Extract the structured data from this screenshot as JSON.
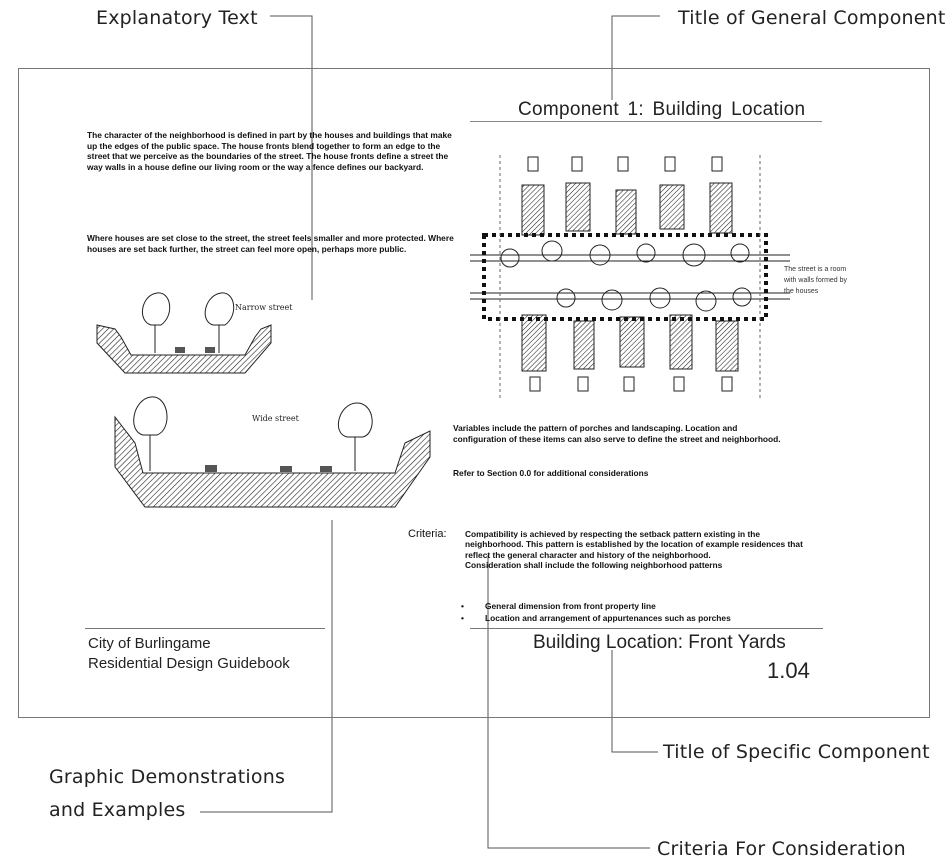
{
  "callouts": {
    "explanatory_text": "Explanatory Text",
    "title_general": "Title of General Component",
    "graphic_demos": [
      "Graphic Demonstrations",
      "and Examples"
    ],
    "title_specific": "Title of Specific Component",
    "criteria": "Criteria For Consideration"
  },
  "page": {
    "component_title": "Component 1:  Building Location",
    "paragraph1": "The character of the neighborhood is defined in part by the houses and buildings that make up the edges of the public space. The house fronts blend together to form an edge to the street that we perceive as the boundaries of the street. The house fronts define a street the way walls in a house define our living room or the way a fence defines our backyard.",
    "paragraph2": "Where houses are set close to the street, the street feels smaller and more protected. Where houses are set back further, the street can feel more open, perhaps more public.",
    "narrow_label": "Narrow street",
    "wide_label": "Wide street",
    "street_note": "The street is a room with walls formed by the houses",
    "variables_text": "Variables include the pattern of porches and landscaping. Location and configuration of these items can also serve to define the street and neighborhood.",
    "refer_text": "Refer to Section 0.0 for additional considerations",
    "criteria_label": "Criteria:",
    "criteria_text": "Compatibility is achieved by respecting the setback pattern existing in the neighborhood. This pattern is established by the location of example residences that reflect the general character and history of the neighborhood.",
    "consideration_text": "Consideration shall include the following neighborhood patterns",
    "bullets": [
      "General dimension from front property line",
      "Location and arrangement of appurtenances such as porches"
    ],
    "footer_left": [
      "City of Burlingame",
      "Residential Design Guidebook"
    ],
    "specific_title": "Building Location: Front Yards",
    "page_number": "1.04"
  }
}
